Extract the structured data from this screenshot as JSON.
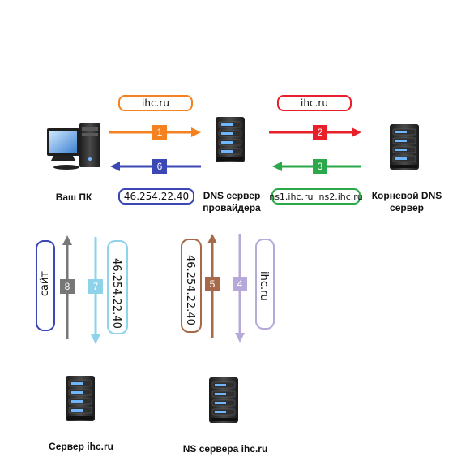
{
  "nodes": {
    "pc": "Ваш ПК",
    "isp_dns": "DNS сервер\nпровайдера",
    "root_dns": "Корневой DNS\nсервер",
    "site_server": "Сервер ihc.ru",
    "ns_servers": "NS сервера ihc.ru"
  },
  "steps": [
    {
      "number": "1",
      "label": "ihc.ru",
      "color": "#f58220"
    },
    {
      "number": "2",
      "label": "ihc.ru",
      "color": "#e8202a"
    },
    {
      "number": "3",
      "label": "ns1.ihc.ru  ns2.ihc.ru",
      "color": "#2aa84a"
    },
    {
      "number": "4",
      "label": "ihc.ru",
      "color": "#b6a9d9"
    },
    {
      "number": "5",
      "label": "46.254.22.40",
      "color": "#a66a4a"
    },
    {
      "number": "6",
      "label": "46.254.22.40",
      "color": "#3b47b5"
    },
    {
      "number": "7",
      "label": "46.254.22.40",
      "color": "#8fd3ea"
    },
    {
      "number": "8",
      "label": "сайт",
      "color": "#777777"
    }
  ]
}
